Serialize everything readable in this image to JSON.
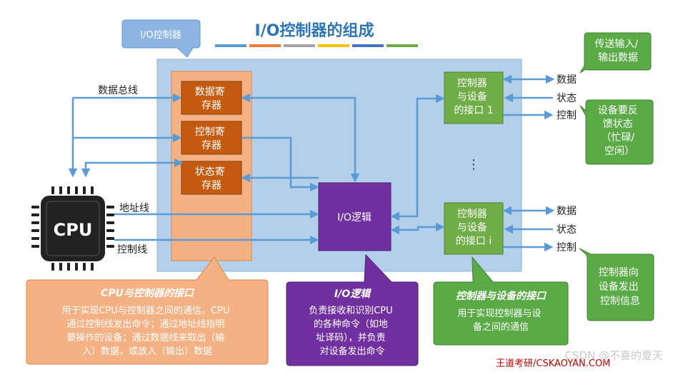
{
  "title": "I/O控制器的组成",
  "title_bar_colors": [
    "#5b9bd5",
    "#ed7d31",
    "#a5a5a5",
    "#ffc000",
    "#4472c4",
    "#70ad47"
  ],
  "colors": {
    "controller_bg": "#b4cfe9",
    "interface_panel": "#f4b183",
    "register_box": "#c55a11",
    "logic_box": "#7030a0",
    "device_iface": "#70ad47",
    "arrow": "#5b9bd5",
    "callout_blue": "#8db4e2",
    "callout_orange": "#f4b183",
    "callout_purple": "#7030a0",
    "callout_green": "#5aab46"
  },
  "controller_tag": "I/O控制器",
  "registers": {
    "data": [
      "数据寄",
      "存器"
    ],
    "control": [
      "控制寄",
      "存器"
    ],
    "status": [
      "状态寄",
      "存器"
    ]
  },
  "io_logic": "I/O逻辑",
  "device_interface_1": [
    "控制器",
    "与设备",
    "的接口 1"
  ],
  "device_interface_i": [
    "控制器",
    "与设备",
    "的接口 i"
  ],
  "ellipsis": "⋮",
  "cpu": {
    "label": "CPU",
    "icon": "cpu-chip-icon"
  },
  "bus_labels": {
    "data_bus": "数据总线",
    "address_bus": "地址线",
    "control_bus": "控制线"
  },
  "signal_labels": {
    "data": "数据",
    "status": "状态",
    "control": "控制"
  },
  "callouts": {
    "data_transfer": [
      "传送输入/",
      "输出数据"
    ],
    "status_feedback": [
      "设备要反",
      "馈状态",
      "（忙碌/",
      "空闲）"
    ],
    "control_info": [
      "控制器向",
      "设备发出",
      "控制信息"
    ],
    "cpu_interface": {
      "title": "CPU与控制器的接口",
      "lines": [
        "用于实现CPU与控制器之间的通信。CPU",
        "通过控制线发出命令；通过地址线指明",
        "要操作的设备；通过数据线来取出（输",
        "入）数据，或放入（输出）数据"
      ]
    },
    "io_logic": {
      "title": "I/O逻辑",
      "lines": [
        "负责接收和识别CPU",
        "的各种命令（如地",
        "址译码），并负责",
        "对设备发出命令"
      ]
    },
    "device_interface": {
      "title": "控制器与设备的接口",
      "lines": [
        "用于实现控制器与设",
        "备之间的通信"
      ]
    }
  },
  "watermarks": {
    "csdn": "CSDN @不喜的夏天",
    "wangdao": "王道考研/CSKAOYAN.COM"
  }
}
